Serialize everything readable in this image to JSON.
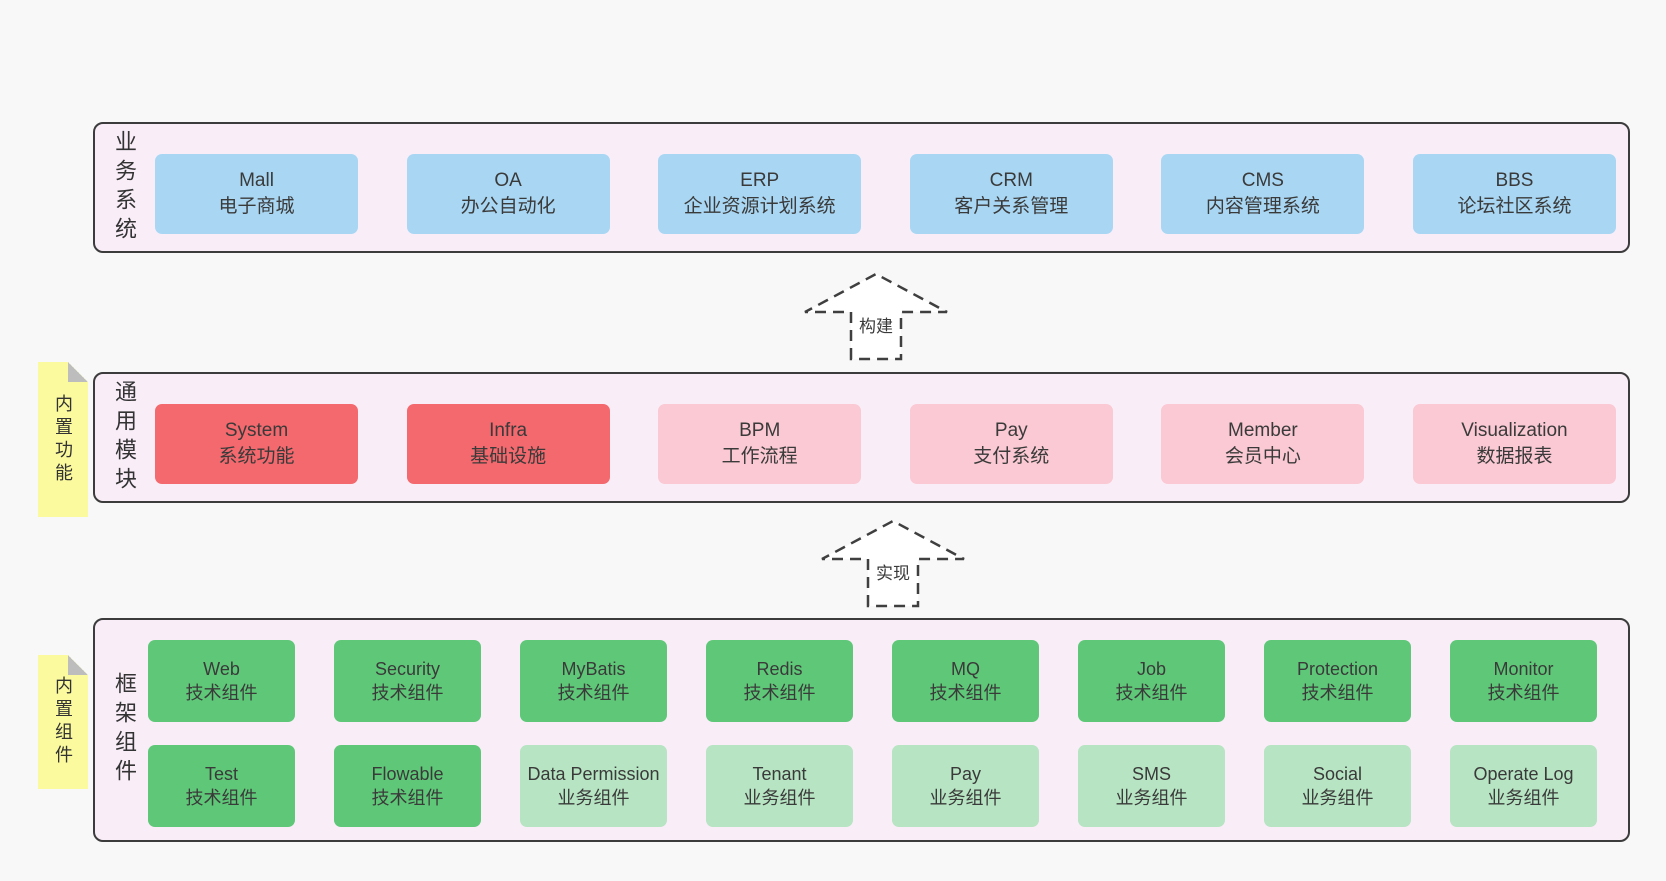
{
  "palette": {
    "page_bg": "#f8f8f8",
    "band_bg": "#f9eef8",
    "band_border": "#3c3c3c",
    "arrow_stroke": "#3f3f3f",
    "sticky_yellow": "#fbfa9e",
    "sticky_fold": "#bdbdbd",
    "blue": "#a9d7f3",
    "red": "#f3696e",
    "pink": "#fac9d3",
    "green": "#5fc878",
    "light_green": "#b7e4c2",
    "text": "#3a3a3a"
  },
  "arrows": {
    "build_label": "构建",
    "implement_label": "实现"
  },
  "bands": {
    "business": {
      "label": "业务系统",
      "boxes": [
        {
          "name": "Mall",
          "desc": "电子商城",
          "color": "blue"
        },
        {
          "name": "OA",
          "desc": "办公自动化",
          "color": "blue"
        },
        {
          "name": "ERP",
          "desc": "企业资源计划系统",
          "color": "blue"
        },
        {
          "name": "CRM",
          "desc": "客户关系管理",
          "color": "blue"
        },
        {
          "name": "CMS",
          "desc": "内容管理系统",
          "color": "blue"
        },
        {
          "name": "BBS",
          "desc": "论坛社区系统",
          "color": "blue"
        }
      ]
    },
    "modules": {
      "label": "通用模块",
      "sticky": "内置功能",
      "boxes": [
        {
          "name": "System",
          "desc": "系统功能",
          "color": "red"
        },
        {
          "name": "Infra",
          "desc": "基础设施",
          "color": "red"
        },
        {
          "name": "BPM",
          "desc": "工作流程",
          "color": "pink"
        },
        {
          "name": "Pay",
          "desc": "支付系统",
          "color": "pink"
        },
        {
          "name": "Member",
          "desc": "会员中心",
          "color": "pink"
        },
        {
          "name": "Visualization",
          "desc": "数据报表",
          "color": "pink"
        }
      ]
    },
    "components": {
      "label": "框架组件",
      "sticky": "内置组件",
      "row1": [
        {
          "name": "Web",
          "desc": "技术组件",
          "color": "green"
        },
        {
          "name": "Security",
          "desc": "技术组件",
          "color": "green"
        },
        {
          "name": "MyBatis",
          "desc": "技术组件",
          "color": "green"
        },
        {
          "name": "Redis",
          "desc": "技术组件",
          "color": "green"
        },
        {
          "name": "MQ",
          "desc": "技术组件",
          "color": "green"
        },
        {
          "name": "Job",
          "desc": "技术组件",
          "color": "green"
        },
        {
          "name": "Protection",
          "desc": "技术组件",
          "color": "green"
        },
        {
          "name": "Monitor",
          "desc": "技术组件",
          "color": "green"
        }
      ],
      "row2": [
        {
          "name": "Test",
          "desc": "技术组件",
          "color": "green"
        },
        {
          "name": "Flowable",
          "desc": "技术组件",
          "color": "green"
        },
        {
          "name": "Data Permission",
          "desc": "业务组件",
          "color": "light_green"
        },
        {
          "name": "Tenant",
          "desc": "业务组件",
          "color": "light_green"
        },
        {
          "name": "Pay",
          "desc": "业务组件",
          "color": "light_green"
        },
        {
          "name": "SMS",
          "desc": "业务组件",
          "color": "light_green"
        },
        {
          "name": "Social",
          "desc": "业务组件",
          "color": "light_green"
        },
        {
          "name": "Operate Log",
          "desc": "业务组件",
          "color": "light_green"
        }
      ]
    }
  }
}
